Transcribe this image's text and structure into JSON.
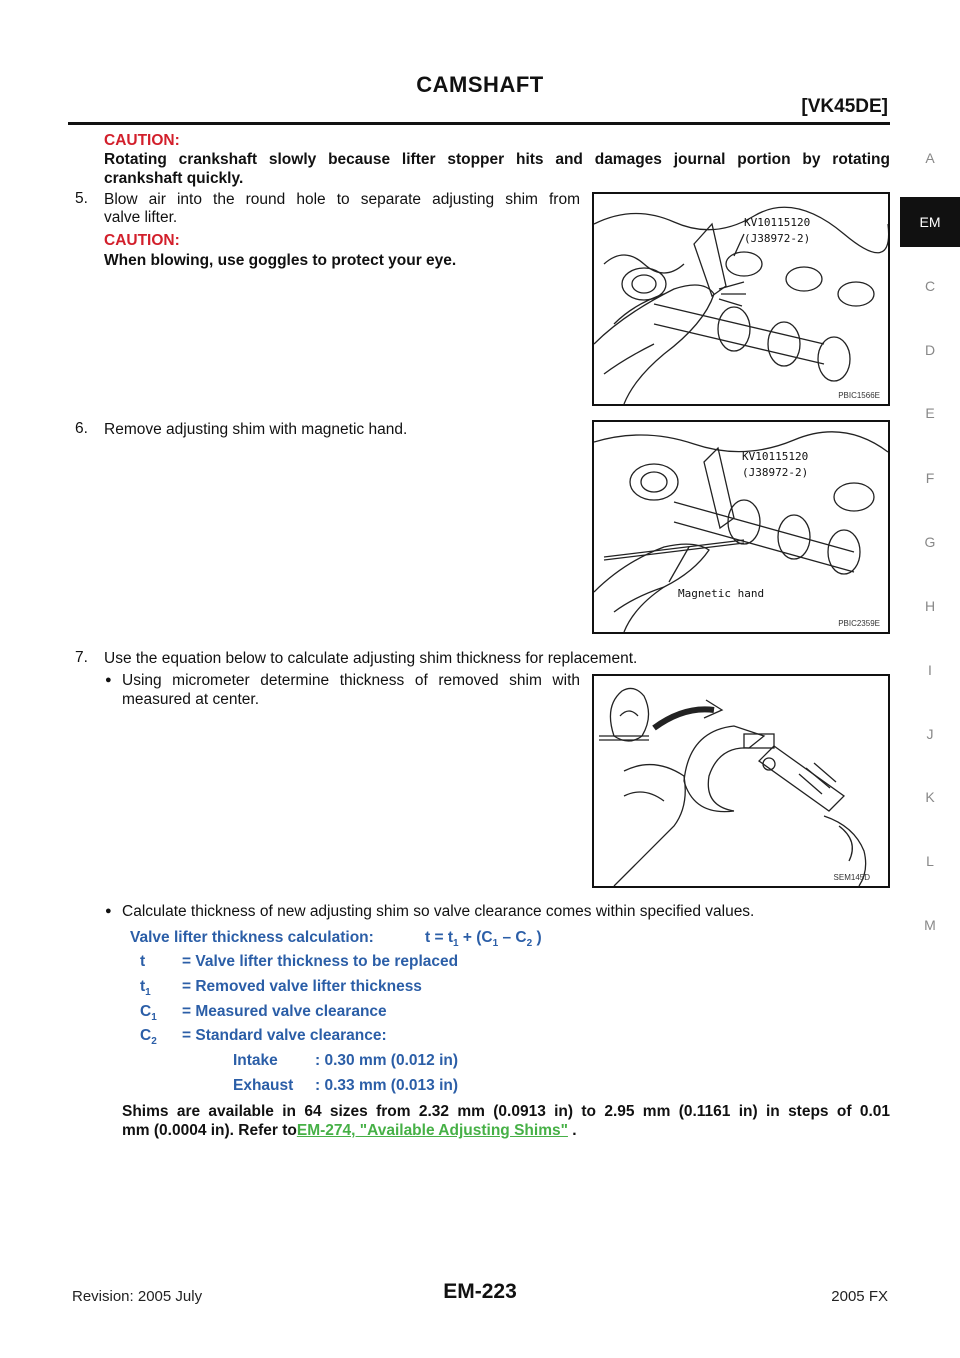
{
  "header": {
    "title": "CAMSHAFT",
    "engine": "[VK45DE]"
  },
  "side_tabs": {
    "items": [
      "A",
      "EM",
      "C",
      "D",
      "E",
      "F",
      "G",
      "H",
      "I",
      "J",
      "K",
      "L",
      "M"
    ],
    "active": "EM"
  },
  "caution1": {
    "label": "CAUTION:",
    "text_line1": "Rotating crankshaft slowly because lifter stopper hits and damages journal portion by rotating",
    "text_line2": "crankshaft quickly."
  },
  "step5": {
    "num": "5.",
    "line1": "Blow air into the round hole to separate adjusting shim from",
    "line2": "valve lifter.",
    "caution_label": "CAUTION:",
    "caution_text": "When blowing, use goggles to protect your eye."
  },
  "figure1": {
    "tool_line1": "KV10115120",
    "tool_line2": "(J38972-2)",
    "id": "PBIC1566E"
  },
  "step6": {
    "num": "6.",
    "text": "Remove adjusting shim with magnetic hand."
  },
  "figure2": {
    "tool_line1": "KV10115120",
    "tool_line2": "(J38972-2)",
    "callout": "Magnetic hand",
    "id": "PBIC2359E"
  },
  "step7": {
    "num": "7.",
    "text": "Use the equation below to calculate adjusting shim thickness for replacement.",
    "bullet1_line1": "Using micrometer determine thickness of removed shim with",
    "bullet1_line2": "measured at center.",
    "bullet2": "Calculate thickness of new adjusting shim so valve clearance comes within specified values."
  },
  "figure3": {
    "id": "SEM145D"
  },
  "formula": {
    "label": "Valve lifter thickness calculation:",
    "eq_t": "t = t",
    "eq_sub1": "1",
    "eq_plus": " + (C",
    "eq_sub_c1": "1",
    "eq_minus": " – C",
    "eq_sub_c2": "2",
    "eq_end": " )",
    "defs": [
      {
        "sym": "t",
        "sub": "",
        "text": "= Valve lifter thickness to be replaced"
      },
      {
        "sym": "t",
        "sub": "1",
        "text": "= Removed valve lifter thickness"
      },
      {
        "sym": "C",
        "sub": "1",
        "text": "= Measured valve clearance"
      },
      {
        "sym": "C",
        "sub": "2",
        "text": "= Standard valve clearance:"
      }
    ],
    "intake_label": "Intake",
    "intake_value": ": 0.30 mm (0.012 in)",
    "exhaust_label": "Exhaust",
    "exhaust_value": ": 0.33 mm (0.013 in)"
  },
  "shims": {
    "line1": "Shims are available in 64 sizes from 2.32 mm (0.0913 in) to 2.95 mm (0.1161 in) in steps of 0.01",
    "line2_pre": "mm (0.0004 in). Refer to",
    "link": "EM-274, \"Available Adjusting Shims\"",
    "line2_post": " ."
  },
  "footer": {
    "revision": "Revision: 2005 July",
    "page": "EM-223",
    "model": "2005 FX"
  }
}
